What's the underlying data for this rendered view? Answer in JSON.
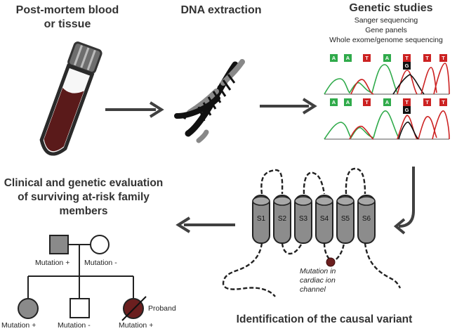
{
  "steps": {
    "sample": {
      "title": "Post-mortem blood or tissue"
    },
    "dna": {
      "title": "DNA extraction"
    },
    "genetic": {
      "title": "Genetic studies",
      "methods": [
        "Sanger sequencing",
        "Gene panels",
        "Whole exome/genome  sequencing"
      ]
    },
    "variant": {
      "title": "Identification of the causal variant",
      "segments": [
        "S1",
        "S2",
        "S3",
        "S4",
        "S5",
        "S6"
      ],
      "mutation_note": "Mutation in cardiac ion channel"
    },
    "family": {
      "title": "Clinical and genetic evaluation of surviving at-risk family members",
      "father_label": "Mutation +",
      "mother_label": "Mutation -",
      "children": [
        "Mutation +",
        "Mutation -",
        "Mutation +"
      ],
      "proband_label": "Proband"
    }
  },
  "chromatogram": {
    "reference_bases": [
      "A",
      "A",
      "T",
      "A",
      "T",
      "T",
      "T"
    ],
    "variant_base": "G"
  },
  "colors": {
    "arrow": "#404040",
    "tube_blood": "#5a1a1a",
    "segment_fill": "#8c8c8c",
    "affected_fill": "#8a8a8a",
    "proband_fill": "#6b1f1f",
    "base_A": "#2faa4a",
    "base_T": "#cc2222",
    "base_G": "#111111"
  }
}
